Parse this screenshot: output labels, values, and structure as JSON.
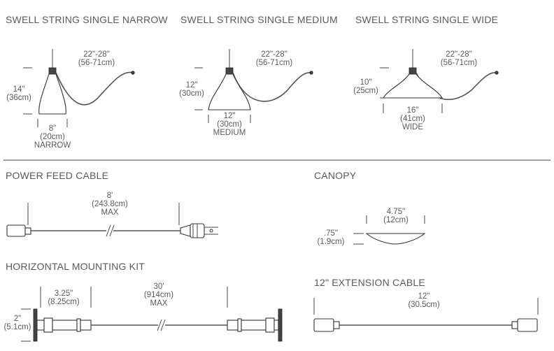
{
  "pendants": {
    "narrow": {
      "title": "SWELL STRING SINGLE NARROW",
      "cable_length": "22\"-28\"",
      "cable_length_cm": "(56-71cm)",
      "height": "14\"",
      "height_cm": "(36cm)",
      "width": "8\"",
      "width_cm": "(20cm)",
      "width_label": "NARROW"
    },
    "medium": {
      "title": "SWELL STRING SINGLE MEDIUM",
      "cable_length": "22\"-28\"",
      "cable_length_cm": "(56-71cm)",
      "height": "12\"",
      "height_cm": "(30cm)",
      "width": "12\"",
      "width_cm": "(30cm)",
      "width_label": "MEDIUM"
    },
    "wide": {
      "title": "SWELL STRING SINGLE WIDE",
      "cable_length": "22\"-28\"",
      "cable_length_cm": "(56-71cm)",
      "height": "10\"",
      "height_cm": "(25cm)",
      "width": "16\"",
      "width_cm": "(41cm)",
      "width_label": "WIDE"
    }
  },
  "power_feed": {
    "title": "POWER FEED CABLE",
    "length": "8'",
    "length_cm": "(243.8cm)",
    "max": "MAX"
  },
  "canopy": {
    "title": "CANOPY",
    "width": "4.75\"",
    "width_cm": "(12cm)",
    "height": ".75\"",
    "height_cm": "(1.9cm)"
  },
  "mounting_kit": {
    "title": "HORIZONTAL MOUNTING KIT",
    "height": "2\"",
    "height_cm": "(5.1cm)",
    "segment": "3.25\"",
    "segment_cm": "(8.25cm)",
    "length": "30'",
    "length_cm": "(914cm)",
    "max": "MAX"
  },
  "extension": {
    "title": "12\" EXTENSION CABLE",
    "length": "12\"",
    "length_cm": "(30.5cm)"
  }
}
